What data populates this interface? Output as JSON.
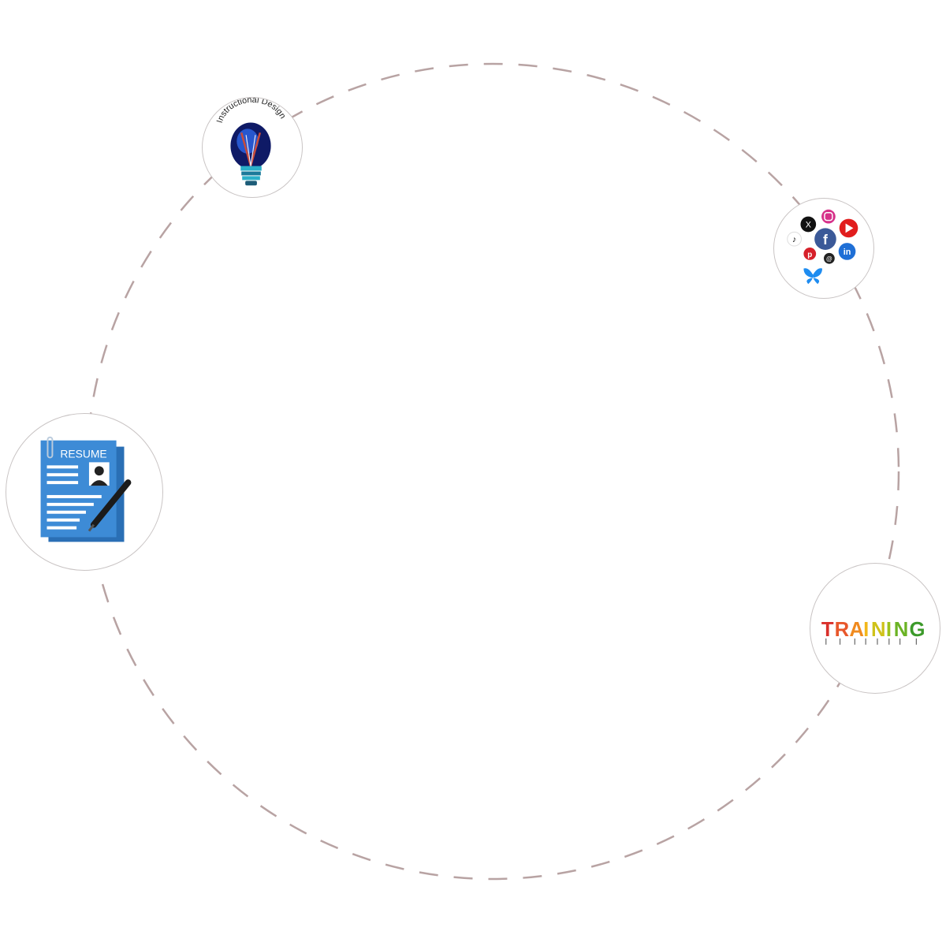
{
  "colors": {
    "ring_dash": "#b8a3a3",
    "node_border": "#c9c4c4",
    "resume_blue": "#3d8bd6",
    "resume_dark": "#2a6fb5"
  },
  "nodes": {
    "design": {
      "caption": "Instructional Design",
      "icon": "lightbulb-icon"
    },
    "social": {
      "icon": "social-media-icons"
    },
    "resume": {
      "label": "RESUME",
      "icon": "resume-document-icon"
    },
    "training": {
      "letters": [
        "T",
        "R",
        "A",
        "I",
        "N",
        "I",
        "N",
        "G"
      ],
      "icon": "training-letters-icon"
    }
  }
}
